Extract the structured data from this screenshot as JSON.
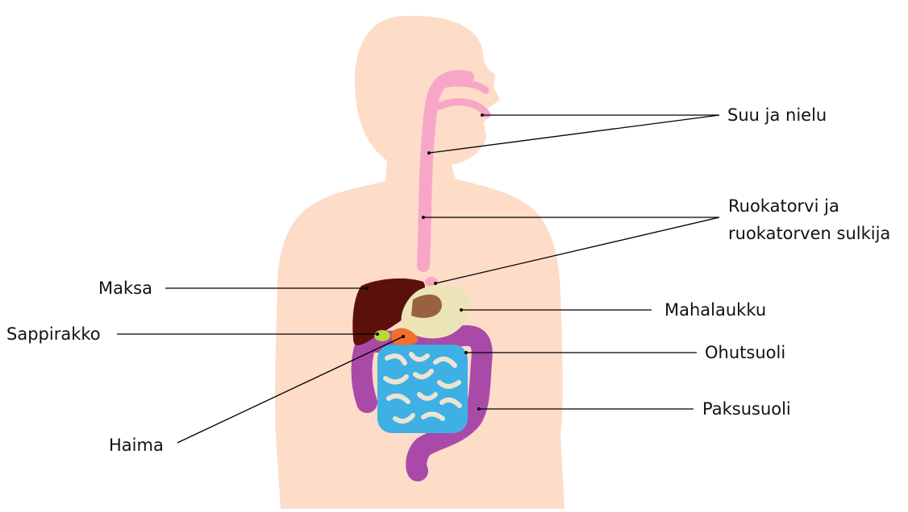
{
  "labels": {
    "mouth": "Suu ja nielu",
    "esophagus_line1": "Ruokatorvi ja",
    "esophagus_line2": "ruokatorven sulkija",
    "liver": "Maksa",
    "gallbladder": "Sappirakko",
    "stomach": "Mahalaukku",
    "small_intestine": "Ohutsuoli",
    "large_intestine": "Paksusuoli",
    "pancreas": "Haima"
  },
  "colors": {
    "skin": "#fddcc8",
    "esophagus": "#f7a6c8",
    "liver": "#5b100c",
    "stomach": "#ece4b6",
    "pancreas": "#f26f2c",
    "gallbladder": "#b9d63a",
    "small_intestine": "#3fb0e4",
    "large_intestine": "#a94aa8",
    "leader_line": "#000000"
  }
}
